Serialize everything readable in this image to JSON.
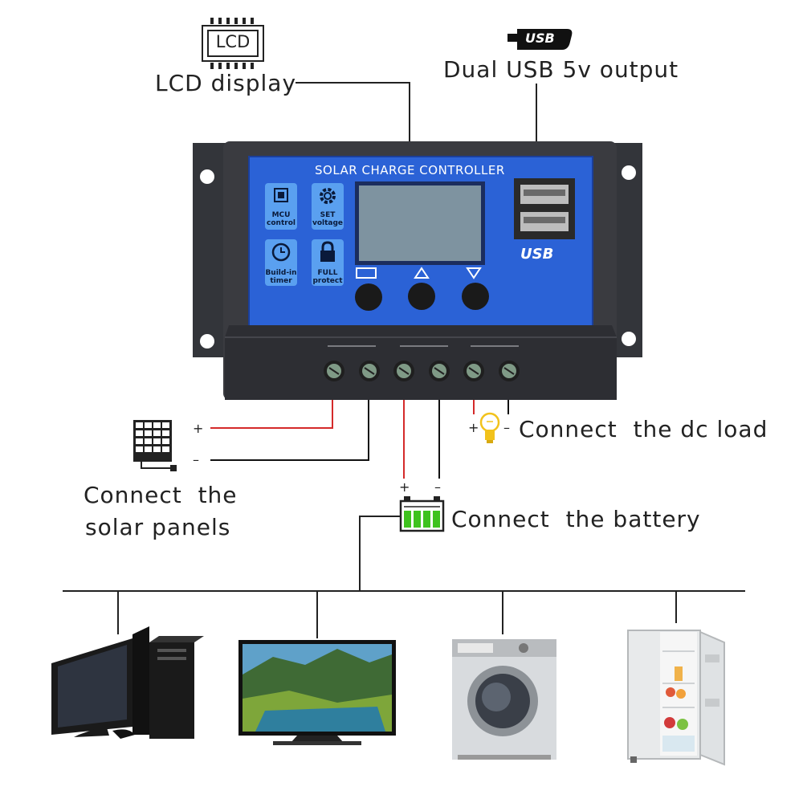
{
  "top_labels": {
    "lcd_chip": "LCD",
    "lcd_display": "LCD display",
    "usb_logo": "USB",
    "usb_output": "Dual USB 5v output"
  },
  "controller": {
    "title": "SOLAR CHARGE CONTROLLER",
    "features": [
      {
        "icon": "chip-icon",
        "caption_1": "MCU",
        "caption_2": "control"
      },
      {
        "icon": "gear-icon",
        "caption_1": "SET",
        "caption_2": "voltage"
      },
      {
        "icon": "clock-icon",
        "caption_1": "Build-in",
        "caption_2": "timer"
      },
      {
        "icon": "lock-icon",
        "caption_1": "FULL",
        "caption_2": "protect"
      }
    ],
    "usb_panel_logo": "USB"
  },
  "connections": {
    "solar": {
      "line_1": "Connect  the",
      "line_2": "solar panels",
      "plus": "+",
      "minus": "–"
    },
    "battery": {
      "label": "Connect  the battery",
      "plus": "+",
      "minus": "–"
    },
    "load": {
      "label": "Connect  the dc load",
      "plus": "+",
      "minus": "–"
    }
  },
  "appliances": [
    "computer-icon",
    "tv-icon",
    "washing-machine-icon",
    "fridge-icon"
  ],
  "colors": {
    "panel_blue": "#2b62d6",
    "housing": "#3a3b40",
    "positive_wire": "#d42a2a",
    "negative_wire": "#111111",
    "battery_green": "#3ec21e",
    "bulb_yellow": "#f2c21b"
  }
}
